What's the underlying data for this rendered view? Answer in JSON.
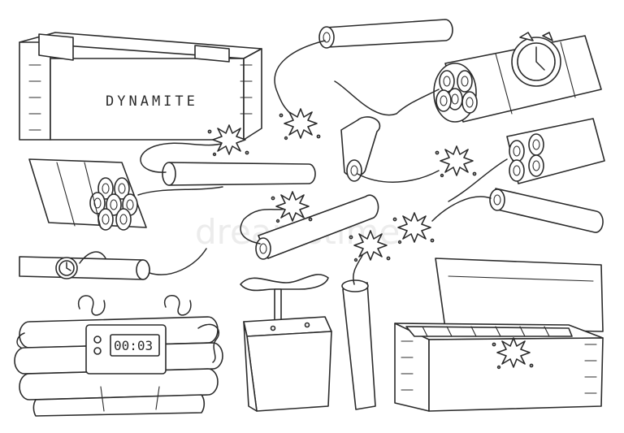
{
  "crate_label": "DYNAMITE",
  "timer_display": "00:03",
  "watermark": "dreamstime",
  "colors": {
    "line": "#2b2b2b",
    "background": "#ffffff"
  },
  "icons": [
    "crate-icon",
    "dynamite-stick-icon",
    "dynamite-bundle-icon",
    "alarm-clock-icon",
    "spark-icon",
    "detonator-plunger-icon",
    "digital-timer-icon",
    "open-crate-icon"
  ]
}
